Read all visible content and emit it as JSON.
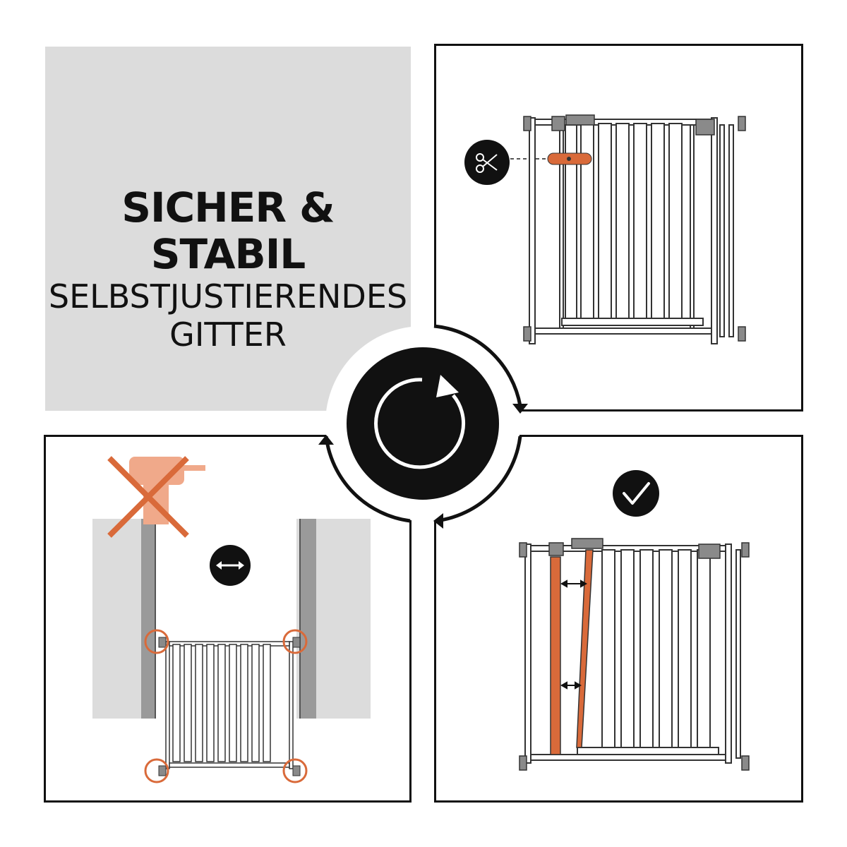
{
  "title": {
    "line1": "SICHER &",
    "line2": "STABIL",
    "line3": "SELBSTJUSTIERENDES",
    "line4": "GITTER"
  },
  "icons": {
    "center": "rotate-cycle-icon",
    "cut": "scissors-icon",
    "width": "double-arrow-icon",
    "ok": "checkmark-icon",
    "no_drill": "crossed-drill-icon"
  },
  "colors": {
    "accent": "#d96a3a",
    "accent_light": "#f0a98a",
    "dark": "#111111",
    "panel_gray": "#dcdcdc",
    "wall_gray": "#cfcfcf"
  }
}
